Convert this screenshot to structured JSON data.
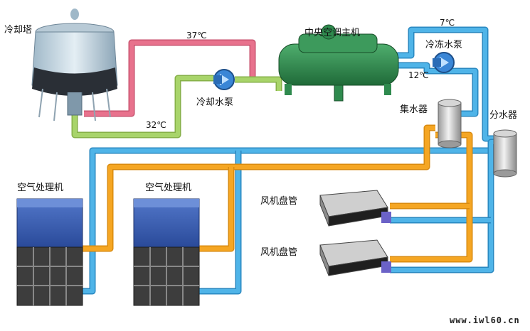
{
  "labels": {
    "cooling_tower": "冷却塔",
    "chiller": "中央空调主机",
    "chilled_pump": "冷冻水泵",
    "cooling_pump": "冷却水泵",
    "collector": "集水器",
    "distributor": "分水器",
    "ahu_1": "空气处理机",
    "ahu_2": "空气处理机",
    "fcu_1": "风机盘管",
    "fcu_2": "风机盘管"
  },
  "temperatures": {
    "cooling_supply": "37℃",
    "cooling_return": "32℃",
    "chilled_supply": "7℃",
    "chilled_return": "12℃"
  },
  "watermark": "www.iwl60.cn",
  "colors": {
    "hot_pipe": "#e8728d",
    "warm_pipe": "#a8d46a",
    "chilled_supply_pipe": "#4fb4e8",
    "chilled_return_pipe": "#f5a623",
    "chiller_body": "#2f8a4e",
    "pump": "#3a86d6",
    "ahu_body": "#3b5fb5"
  }
}
